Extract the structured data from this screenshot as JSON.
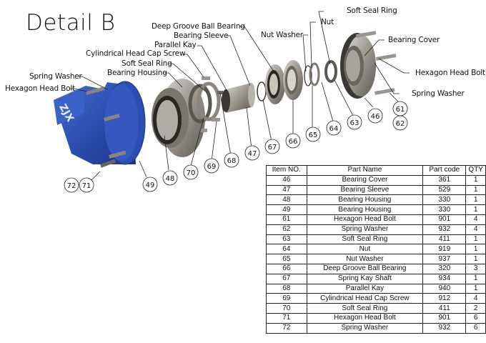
{
  "title": "Detail B",
  "callouts": [
    {
      "label": "Deep Groove Ball Bearing"
    },
    {
      "label": "Bearing Sleeve"
    },
    {
      "label": "Parallel Kay"
    },
    {
      "label": "Cylindrical Head Cap Screw"
    },
    {
      "label": "Soft Seal Ring"
    },
    {
      "label": "Bearing Housing"
    },
    {
      "label": "Spring Washer"
    },
    {
      "label": "Hexagon Head Bolt"
    },
    {
      "label": "Soft Seal Ring"
    },
    {
      "label": "Nut"
    },
    {
      "label": "Nut Washer"
    },
    {
      "label": "Bearing Cover"
    },
    {
      "label": "Hexagon Head Bolt"
    },
    {
      "label": "Spring Washer"
    }
  ],
  "housing_logo": "ZJX",
  "balloons": [
    "72",
    "71",
    "49",
    "48",
    "70",
    "69",
    "68",
    "47",
    "67",
    "66",
    "65",
    "64",
    "63",
    "46",
    "61",
    "62"
  ],
  "colors": {
    "housing_blue": "#2a4fb0",
    "metal_gray": "#9a968e",
    "line": "#222222"
  },
  "table": {
    "headers": [
      "Item NO.",
      "Part Name",
      "Part code",
      "QTY"
    ],
    "rows": [
      [
        "46",
        "Bearing Cover",
        "361",
        "1"
      ],
      [
        "47",
        "Bearing Sleeve",
        "529",
        "1"
      ],
      [
        "48",
        "Bearing Housing",
        "330",
        "1"
      ],
      [
        "49",
        "Bearing Housing",
        "330",
        "1"
      ],
      [
        "61",
        "Hexagon Head Bolt",
        "901",
        "4"
      ],
      [
        "62",
        "Spring Washer",
        "932",
        "4"
      ],
      [
        "63",
        "Soft Seal Ring",
        "411",
        "1"
      ],
      [
        "64",
        "Nut",
        "919",
        "1"
      ],
      [
        "65",
        "Nut Washer",
        "937",
        "1"
      ],
      [
        "66",
        "Deep Groove Ball Bearing",
        "320",
        "3"
      ],
      [
        "67",
        "Spring Kay Shaft",
        "934",
        "1"
      ],
      [
        "68",
        "Parallel Kay",
        "940",
        "1"
      ],
      [
        "69",
        "Cylindrical Head Cap Screw",
        "912",
        "4"
      ],
      [
        "70",
        "Soft Seal Ring",
        "411",
        "2"
      ],
      [
        "71",
        "Hexagon Head Bolt",
        "901",
        "6"
      ],
      [
        "72",
        "Spring Washer",
        "932",
        "6"
      ]
    ]
  }
}
